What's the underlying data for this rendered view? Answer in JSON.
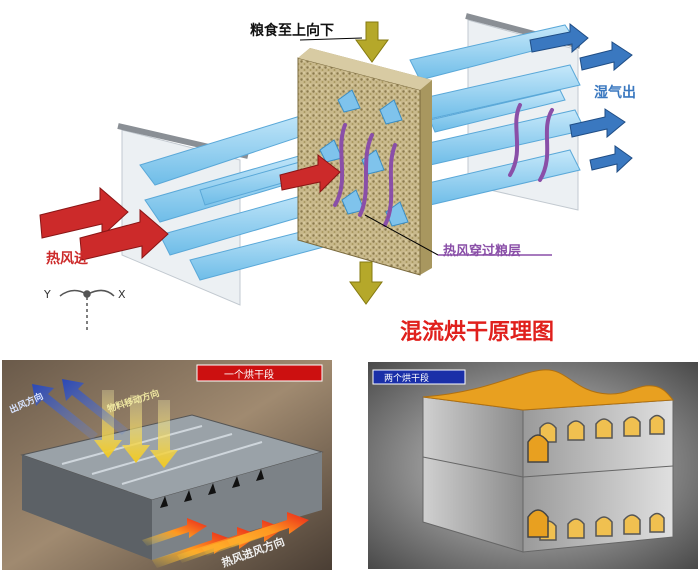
{
  "top_diagram": {
    "label_grain_down": "粮食至上向下",
    "label_humid_out": "湿气出",
    "label_hot_in": "热风进",
    "label_through": "热风穿过粮层",
    "title": "混流烘干原理图",
    "axis_y": "Y",
    "axis_x": "X",
    "colors": {
      "duct": "#8ecdf0",
      "hot_arrow": "#cc2a2a",
      "out_arrow": "#3a78c0",
      "grain_arrow": "#b5a82a",
      "flow": "#8a4fa8",
      "title": "#e0201c"
    }
  },
  "bottom_left": {
    "badge": "一个烘干段",
    "label_air_out": "出风方向",
    "label_material": "物料移动方向",
    "label_air_in": "热风进风方向"
  },
  "bottom_right": {
    "badge": "两个烘干段"
  }
}
